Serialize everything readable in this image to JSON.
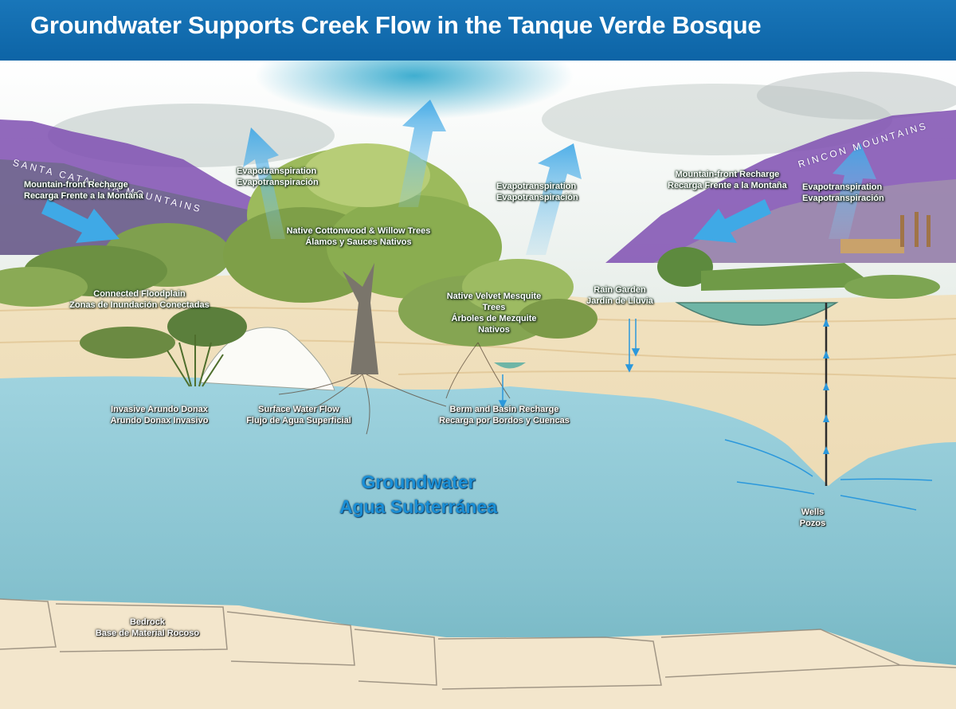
{
  "title": "Groundwater Supports Creek Flow in the Tanque Verde Bosque",
  "mountains": {
    "left": "SANTA CATALINA MOUNTAINS",
    "right": "RINCON MOUNTAINS"
  },
  "labels": {
    "mountain_recharge_left": {
      "en": "Mountain-front Recharge",
      "es": "Recarga Frente a la Montaña"
    },
    "et_1": {
      "en": "Evapotranspiration",
      "es": "Evapotranspiración"
    },
    "et_2": {
      "en": "Evapotranspiration",
      "es": "Evapotranspiración"
    },
    "mountain_recharge_right": {
      "en": "Mountain-front Recharge",
      "es": "Recarga Frente a la Montaña"
    },
    "et_3": {
      "en": "Evapotranspiration",
      "es": "Evapotranspiración"
    },
    "cottonwood": {
      "en": "Native Cottonwood & Willow Trees",
      "es": "Álamos y Sauces Nativos"
    },
    "floodplain": {
      "en": "Connected Floodplain",
      "es": "Zonas de Inundación Conectadas"
    },
    "mesquite": {
      "en_1": "Native Velvet Mesquite",
      "en_2": "Trees",
      "es_1": "Árboles de Mezquite",
      "es_2": "Nativos"
    },
    "rain_garden": {
      "en": "Rain Garden",
      "es": "Jardín de Lluvia"
    },
    "arundo": {
      "en": "Invasive Arundo Donax",
      "es": "Arundo Donax Invasivo"
    },
    "surface_flow": {
      "en": "Surface Water Flow",
      "es": "Flujo de Agua Superficial"
    },
    "berm": {
      "en": "Berm and Basin Recharge",
      "es": "Recarga por Bordos y Cuencas"
    },
    "groundwater": {
      "en": "Groundwater",
      "es": "Agua Subterránea"
    },
    "wells": {
      "en": "Wells",
      "es": "Pozos"
    },
    "bedrock": {
      "en": "Bedrock",
      "es": "Base de Material Rocoso"
    }
  },
  "colors": {
    "banner": "#1470b3",
    "sky": "#eef3f0",
    "mountain_purple": "#7d4fb0",
    "soil": "#ecdcb8",
    "groundwater": "#86c6d4",
    "arrow": "#3fa9e6",
    "bedrock": "#f3e6cc"
  },
  "icons": [
    "recharge-arrow-icon",
    "evapotranspiration-arrow-icon",
    "infiltration-arrow-icon",
    "well-icon"
  ]
}
